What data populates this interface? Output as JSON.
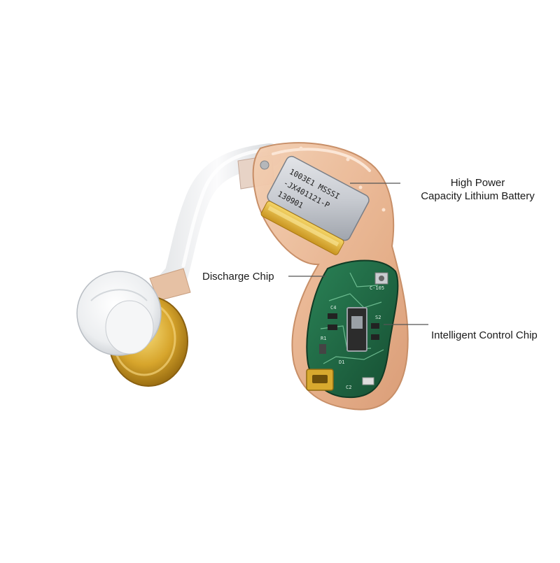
{
  "callouts": {
    "battery": {
      "line1": "High Power",
      "line2": "Capacity Lithium Battery"
    },
    "discharge_chip": "Discharge Chip",
    "control_chip": "Intelligent Control Chip"
  },
  "battery_label": {
    "line1": "1003E1  MSSSI",
    "line2": "-JX401121-P",
    "line3": "130901"
  },
  "pcb_marks": [
    "C-105",
    "C4",
    "R1",
    "S2",
    "D1",
    "C2"
  ],
  "colors": {
    "background": "#ffffff",
    "shell": "#e9b48f",
    "battery_silver": "#c9ccd2",
    "battery_gold": "#e3b634",
    "pcb_green": "#1f6b45",
    "earbud_gold": "#d7a52c",
    "leader_line": "#555555"
  }
}
